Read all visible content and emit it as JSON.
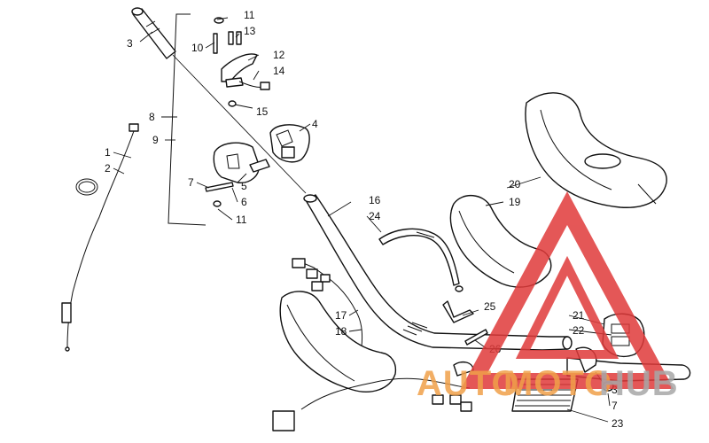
{
  "callouts": {
    "c1": "1",
    "c2": "2",
    "c3": "3",
    "c4": "4",
    "c5": "5",
    "c6": "6",
    "c7": "7",
    "c8": "8",
    "c9": "9",
    "c10": "10",
    "c11": "11",
    "c11b": "11",
    "c12": "12",
    "c13": "13",
    "c14": "14",
    "c15": "15",
    "c16": "16",
    "c17": "17",
    "c18": "18",
    "c19": "19",
    "c20": "20",
    "c21": "21",
    "c22": "22",
    "c23": "23",
    "c24": "24",
    "c25": "25",
    "c26": "26",
    "c3b": "3",
    "c7b": "7"
  },
  "watermark": {
    "part1": "AUTO",
    "part2": "MOTO",
    "part3": "HUB",
    "color_red": "#e03a3a",
    "color_orange": "#f0a04a",
    "color_gray": "#a8a8a8"
  }
}
